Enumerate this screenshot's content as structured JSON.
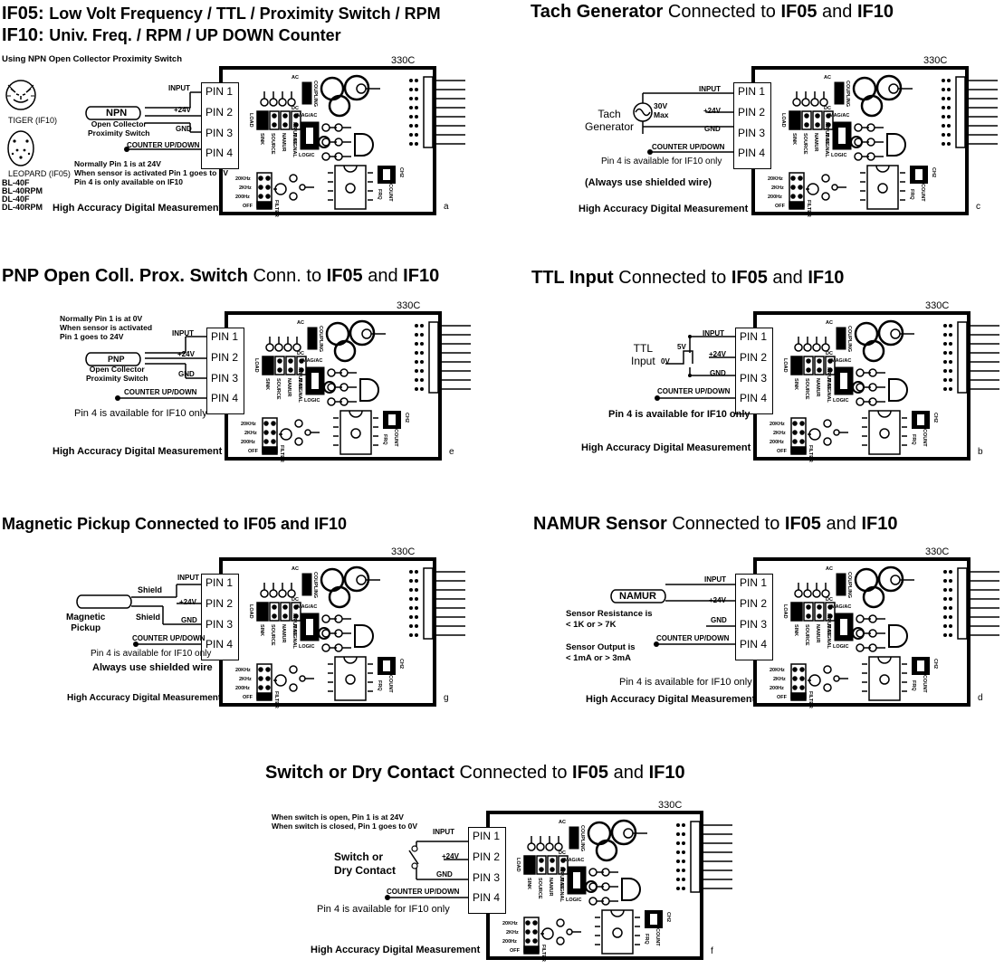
{
  "page_header": {
    "line1_model": "IF05:",
    "line1_text": "Low Volt Frequency / TTL / Proximity Switch / RPM",
    "line2_model": "IF10:",
    "line2_text": "Univ. Freq. / RPM / UP DOWN Counter"
  },
  "common": {
    "model": "330C",
    "pins": [
      "PIN 1",
      "PIN 2",
      "PIN 3",
      "PIN 4"
    ],
    "wire_input": "INPUT",
    "wire_24v": "+24V",
    "wire_gnd": "GND",
    "wire_counter": "COUNTER UP/DOWN",
    "footer": "High Accuracy Digital Measurement",
    "board_labels": {
      "ac": "AC",
      "dc": "DC",
      "coupling": "COUPLING",
      "load": "LOAD",
      "sink": "SINK",
      "source": "SOURCE",
      "namur": "NAMUR",
      "mag": "MAG",
      "mag_ac": "MAG/AC",
      "input_signal": "INPUT SIGNAL",
      "logic": "LOGIC",
      "hz20k": "20KHz",
      "hz2k": "2KHz",
      "hz200": "200Hz",
      "off": "OFF",
      "filter": "FILTER",
      "frq": "FRQ",
      "count": "COUNT",
      "ch2": "CH2"
    }
  },
  "panels": {
    "a": {
      "subtitle": "Using NPN Open Collector Proximity Switch",
      "sensor_label": "NPN",
      "sensor_desc": "Open Collector\nProximity Switch",
      "tiger_caption": "TIGER (IF10)",
      "leopard_caption": "LEOPARD (IF05)",
      "models": [
        "BL-40F",
        "BL-40RPM",
        "DL-40F",
        "DL-40RPM"
      ],
      "notes": [
        "Normally Pin 1 is at 24V",
        "When sensor is activated Pin 1 goes to 0V",
        "Pin 4 is only available on IF10"
      ],
      "corner": "a"
    },
    "c": {
      "title_bold": "Tach Generator",
      "title_mid": "Connected to",
      "title_m1": "IF05",
      "title_and": "and",
      "title_m2": "IF10",
      "source_label": "Tach\nGenerator",
      "source_spec": "30V\nMax",
      "note1": "Pin 4 is available for IF10 only",
      "note2": "(Always use shielded wire)",
      "corner": "c"
    },
    "e": {
      "title_bold": "PNP Open Coll. Prox. Switch",
      "title_mid": "Conn. to",
      "title_m1": "IF05",
      "title_and": "and",
      "title_m2": "IF10",
      "notes": [
        "Normally Pin 1 is at 0V",
        "When sensor is activated",
        "Pin 1 goes to 24V"
      ],
      "sensor_label": "PNP",
      "sensor_desc": "Open Collector\nProximity Switch",
      "note_pin4": "Pin 4 is available for IF10 only",
      "corner": "e"
    },
    "b": {
      "title_bold": "TTL Input",
      "title_mid": "Connected to",
      "title_m1": "IF05",
      "title_and": "and",
      "title_m2": "IF10",
      "source_label": "TTL\nInput",
      "level_high": "5V",
      "level_low": "0V",
      "note_pin4": "Pin 4 is available for IF10 only",
      "corner": "b"
    },
    "g": {
      "title": "Magnetic Pickup Connected to IF05 and IF10",
      "shield": "Shield",
      "sensor_label": "Magnetic\nPickup",
      "note1": "Pin 4 is available for IF10 only",
      "note2": "Always use shielded wire",
      "corner": "g"
    },
    "d": {
      "title_bold": "NAMUR Sensor",
      "title_mid": "Connected to",
      "title_m1": "IF05",
      "title_and": "and",
      "title_m2": "IF10",
      "sensor_label": "NAMUR",
      "resistance": "Sensor Resistance is\n< 1K or > 7K",
      "output": "Sensor Output is\n< 1mA or > 3mA",
      "note_pin4": "Pin 4 is available for IF10 only",
      "corner": "d"
    },
    "f": {
      "title_bold": "Switch or Dry Contact",
      "title_mid": "Connected to",
      "title_m1": "IF05",
      "title_and": "and",
      "title_m2": "IF10",
      "notes": [
        "When switch is open, Pin 1 is at 24V",
        "When switch is closed, Pin 1 goes to 0V"
      ],
      "source_label": "Switch or\nDry Contact",
      "note_pin4": "Pin 4 is available for IF10 only",
      "corner": "f"
    }
  }
}
